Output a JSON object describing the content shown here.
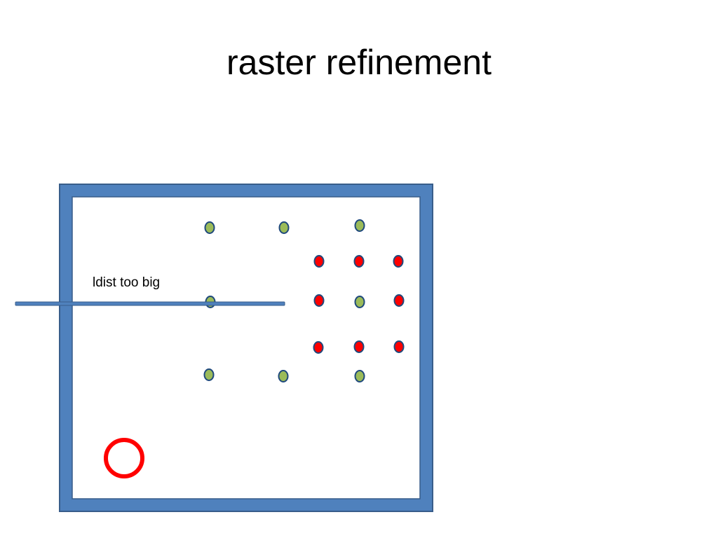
{
  "slide": {
    "title": "raster refinement",
    "annotation": "ldist too big"
  },
  "colors": {
    "frame_fill": "#4f81bd",
    "frame_stroke": "#385d8a",
    "inner_fill": "#ffffff",
    "point_green": "#9bbb59",
    "point_red": "#ff0000",
    "point_stroke": "#1f497d",
    "line": "#4f81bd",
    "circle_marker": "#ff0000"
  },
  "points": [
    {
      "kind": "coarse",
      "color": "green"
    },
    {
      "kind": "coarse",
      "color": "green"
    },
    {
      "kind": "coarse",
      "color": "green"
    },
    {
      "kind": "coarse",
      "color": "green"
    },
    {
      "kind": "coarse",
      "color": "green"
    },
    {
      "kind": "coarse",
      "color": "green"
    },
    {
      "kind": "coarse",
      "color": "green"
    },
    {
      "kind": "refined",
      "color": "red"
    },
    {
      "kind": "refined",
      "color": "red"
    },
    {
      "kind": "refined",
      "color": "red"
    },
    {
      "kind": "refined",
      "color": "red"
    },
    {
      "kind": "refined",
      "color": "red"
    },
    {
      "kind": "refined",
      "color": "red"
    },
    {
      "kind": "refined",
      "color": "red"
    },
    {
      "kind": "refined",
      "color": "red"
    }
  ]
}
